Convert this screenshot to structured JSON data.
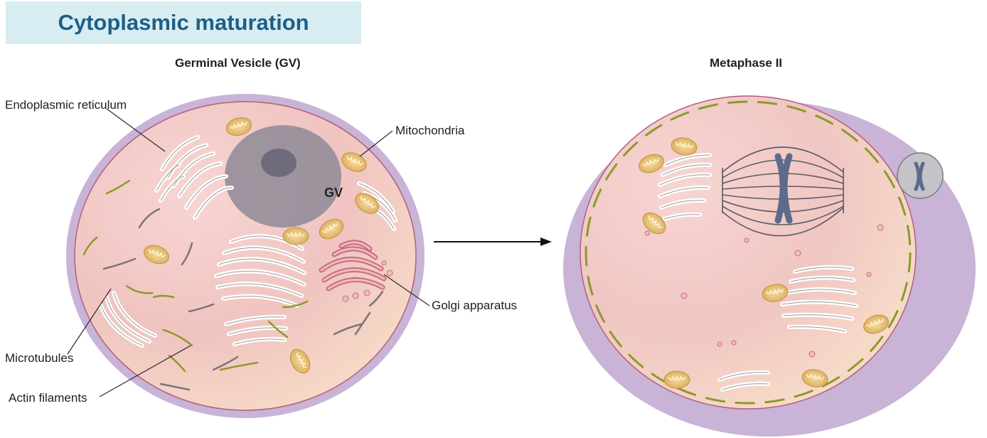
{
  "title": "Cytoplasmic maturation",
  "left_cell": {
    "heading": "Germinal Vesicle (GV)",
    "nucleus_label": "GV",
    "labels": {
      "endoplasmic_reticulum": "Endoplasmic reticulum",
      "mitochondria": "Mitochondria",
      "golgi": "Golgi apparatus",
      "microtubules": "Microtubules",
      "actin": "Actin filaments"
    }
  },
  "right_cell": {
    "heading": "Metaphase II"
  },
  "colors": {
    "title_bg": "#d8edf1",
    "title_text": "#1d5f88",
    "zona": "#c9b3d6",
    "cytoplasm": "#f2c9c4",
    "nucleus": "#8e8a96",
    "mitochondria": "#e9c27a",
    "golgi": "#d88d98",
    "actin": "#8c9a2c"
  }
}
